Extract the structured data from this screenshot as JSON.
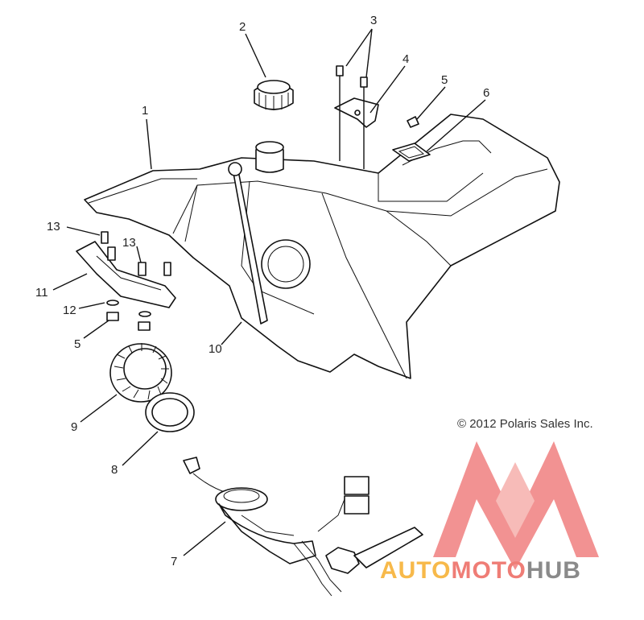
{
  "diagram": {
    "callouts": [
      {
        "id": "c1",
        "label": "1"
      },
      {
        "id": "c2",
        "label": "2"
      },
      {
        "id": "c3",
        "label": "3"
      },
      {
        "id": "c4",
        "label": "4"
      },
      {
        "id": "c5a",
        "label": "5"
      },
      {
        "id": "c6",
        "label": "6"
      },
      {
        "id": "c7",
        "label": "7"
      },
      {
        "id": "c8",
        "label": "8"
      },
      {
        "id": "c9",
        "label": "9"
      },
      {
        "id": "c10",
        "label": "10"
      },
      {
        "id": "c11",
        "label": "11"
      },
      {
        "id": "c12",
        "label": "12"
      },
      {
        "id": "c13a",
        "label": "13"
      },
      {
        "id": "c13b",
        "label": "13"
      },
      {
        "id": "c5b",
        "label": "5"
      }
    ],
    "copyright": "© 2012 Polaris Sales Inc."
  },
  "watermark": {
    "part1": "AUTO",
    "part2": "MOTO",
    "part3": "HUB",
    "colors": {
      "auto": "#f7b94a",
      "moto": "#ef7d76",
      "hub": "#8a8a8a",
      "logo": "#f08080"
    }
  }
}
